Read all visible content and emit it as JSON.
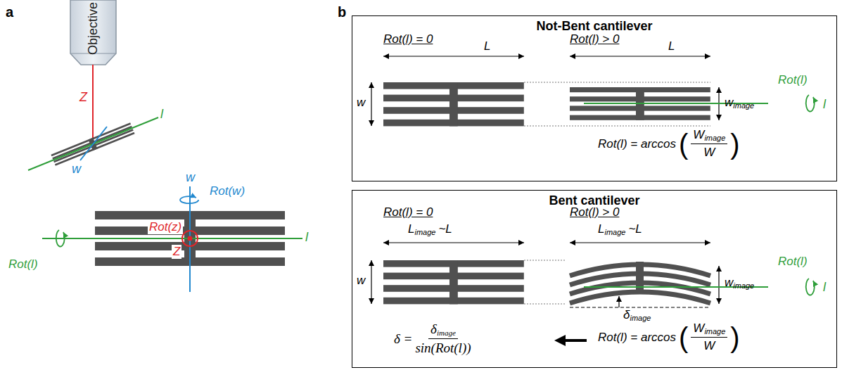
{
  "diagram": {
    "nodes": [
      {
        "text": [
          "Objective"
        ]
      },
      {
        "text": [
          "Not-Bent cantilever"
        ]
      },
      {
        "text": [
          "Bent cantilever"
        ]
      }
    ],
    "labels": [
      "a",
      "Z",
      "l",
      "w",
      "w",
      "Rot(w)",
      "l",
      "Rot(l)",
      "Rot(z)",
      "Z",
      "b",
      "Rot(l) = 0",
      "L",
      "w",
      "Rot(l) > 0",
      "L",
      "w",
      "image",
      "Rot(l)",
      "l",
      "Rot(l) = arccos",
      "(",
      "W",
      "image",
      "W",
      ")",
      "Rot(l) = 0",
      "L",
      "image",
      "~L",
      "w",
      "Rot(l) > 0",
      "L",
      "image",
      "~L",
      "w",
      "image",
      "Rot(l)",
      "l",
      "δ",
      "image",
      "δ =",
      "δ",
      "image",
      "sin(Rot(l))",
      "Rot(l) = arccos",
      "(",
      "W",
      "image",
      "W",
      ")"
    ]
  }
}
